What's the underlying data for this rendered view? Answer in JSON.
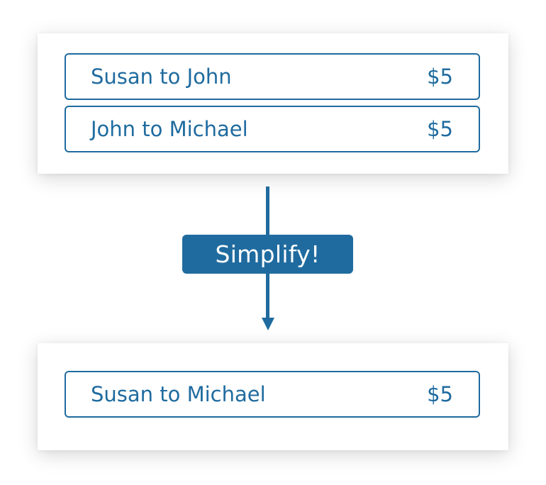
{
  "colors": {
    "accent": "#1f6b9f",
    "background": "#ffffff"
  },
  "before": {
    "transactions": [
      {
        "label": "Susan to John",
        "amount": "$5"
      },
      {
        "label": "John to Michael",
        "amount": "$5"
      }
    ]
  },
  "action": {
    "label": "Simplify!"
  },
  "after": {
    "transactions": [
      {
        "label": "Susan to Michael",
        "amount": "$5"
      }
    ]
  }
}
